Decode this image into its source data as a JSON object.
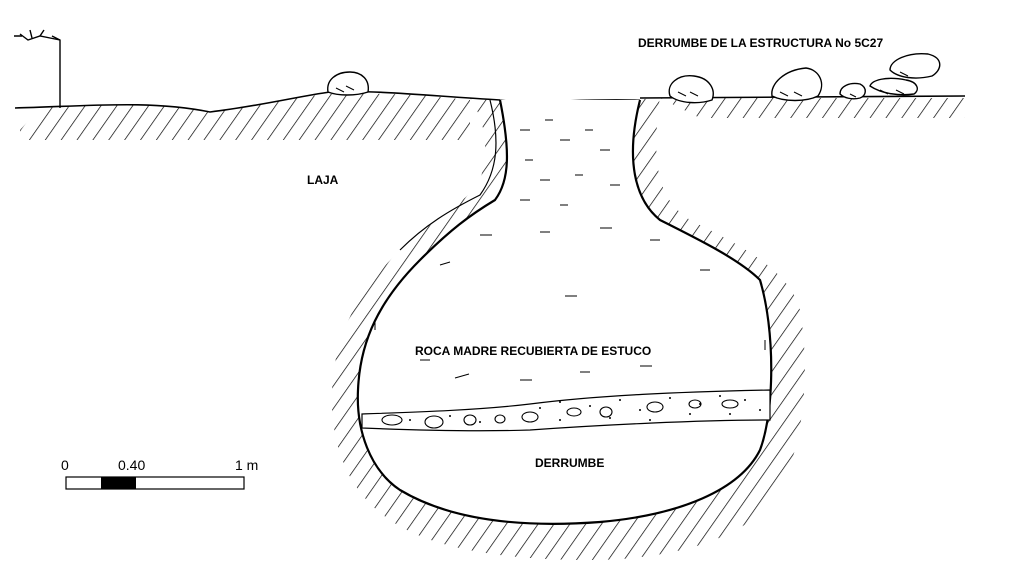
{
  "labels": {
    "structure": "DERRUMBE DE LA ESTRUCTURA No 5C27",
    "laja": "LAJA",
    "roca": "ROCA MADRE RECUBIERTA DE ESTUCO",
    "derrumbe": "DERRUMBE"
  },
  "scale_bar": {
    "tick_start": "0",
    "tick_mid": "0.40",
    "tick_end": "1 m"
  }
}
